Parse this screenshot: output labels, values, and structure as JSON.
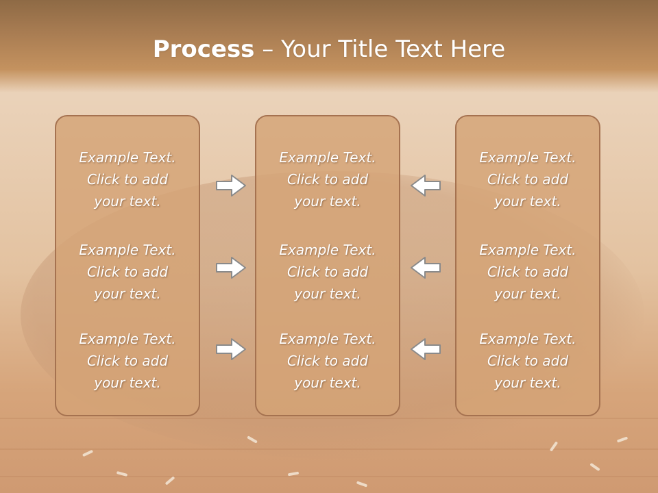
{
  "header": {
    "title_bold": "Process",
    "title_rest": " – Your Title Text Here"
  },
  "columns": [
    {
      "blocks": [
        {
          "line1": "Example Text.",
          "line2": "Click  to add",
          "line3": "your text."
        },
        {
          "line1": "Example Text.",
          "line2": "Click  to add",
          "line3": "your text."
        },
        {
          "line1": "Example Text.",
          "line2": "Click  to add",
          "line3": "your text."
        }
      ]
    },
    {
      "blocks": [
        {
          "line1": "Example Text.",
          "line2": "Click  to add",
          "line3": "your text."
        },
        {
          "line1": "Example Text.",
          "line2": "Click  to add",
          "line3": "your text."
        },
        {
          "line1": "Example Text.",
          "line2": "Click  to add",
          "line3": "your text."
        }
      ]
    },
    {
      "blocks": [
        {
          "line1": "Example Text.",
          "line2": "Click  to add",
          "line3": "your text."
        },
        {
          "line1": "Example Text.",
          "line2": "Click  to add",
          "line3": "your text."
        },
        {
          "line1": "Example Text.",
          "line2": "Click  to add",
          "line3": "your text."
        }
      ]
    }
  ],
  "arrows": {
    "left_group": "arrow-right-icon",
    "right_group": "arrow-left-icon"
  },
  "colors": {
    "panel_fill": "#d4a376",
    "panel_border": "#a57250",
    "header_top": "#8e6a45",
    "header_bottom": "#c4925f",
    "text": "#ffffff",
    "arrow_fill": "#ffffff",
    "arrow_stroke": "#8a8a8a"
  }
}
